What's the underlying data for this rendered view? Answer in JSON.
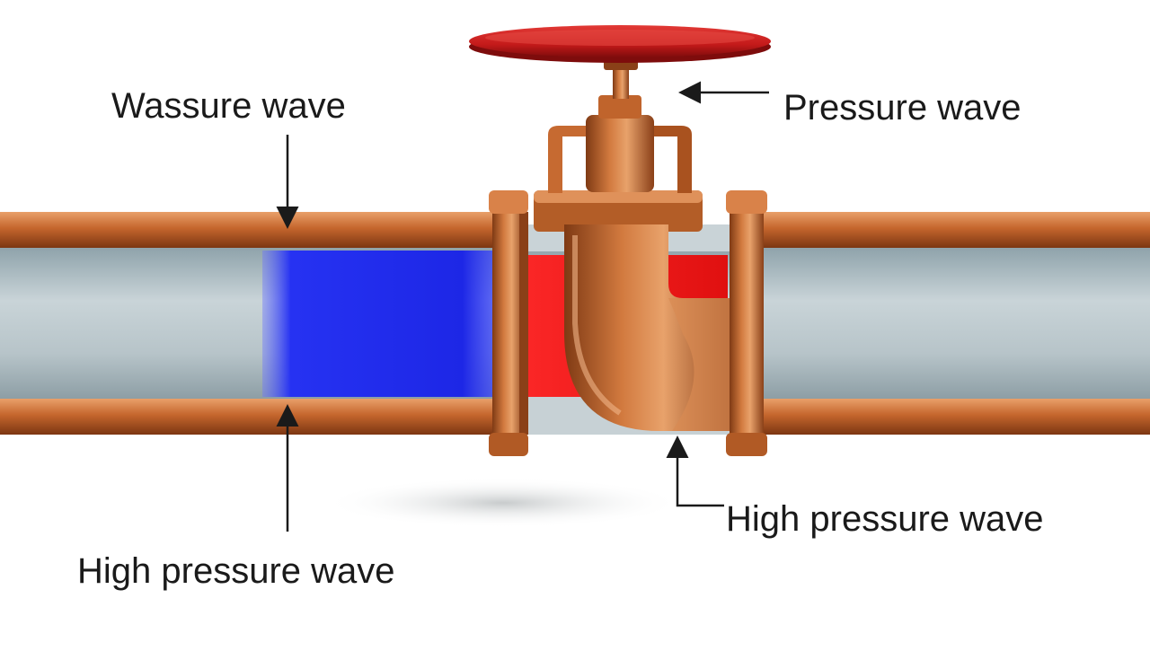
{
  "labels": {
    "top_left": "Wassure wave",
    "top_right": "Pressure wave",
    "bottom_right": "High pressure wave",
    "bottom_left": "High pressure wave"
  },
  "colors": {
    "copper": "#c1652f",
    "copper_dark": "#7f3a14",
    "copper_light": "#e99a63",
    "pipe_interior": "#b9c6cb",
    "wave_blue": "#1f2cf0",
    "wave_red": "#f01414",
    "handwheel_red": "#c8191a",
    "arrow": "#1a1a1a"
  }
}
